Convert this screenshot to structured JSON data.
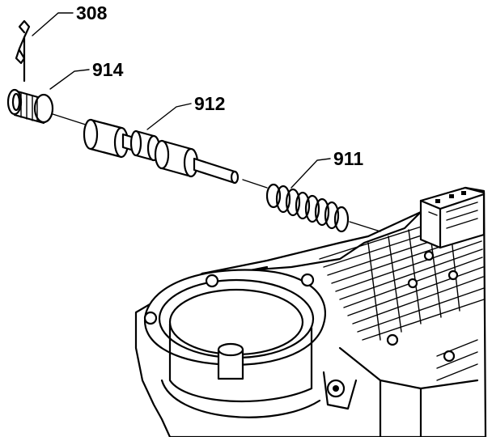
{
  "callouts": [
    {
      "id": "308",
      "label": "308"
    },
    {
      "id": "914",
      "label": "914"
    },
    {
      "id": "912",
      "label": "912"
    },
    {
      "id": "911",
      "label": "911"
    }
  ]
}
